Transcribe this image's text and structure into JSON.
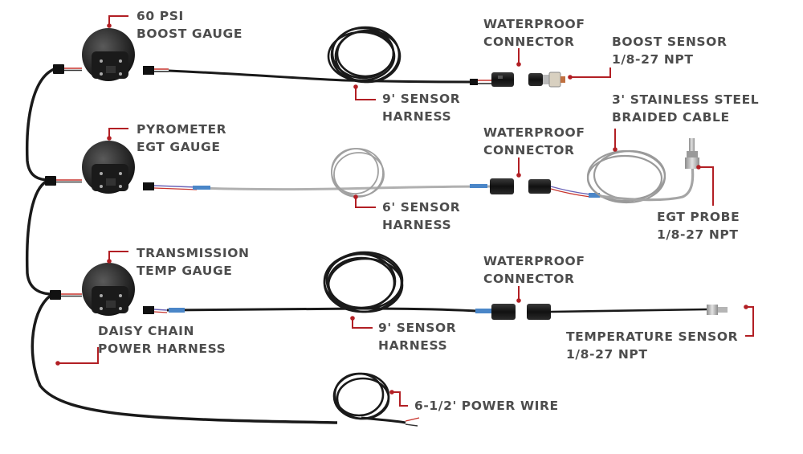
{
  "colors": {
    "leader": "#b21f24",
    "label": "#4d4d4d",
    "cable": "#1d1d1d",
    "braided": "#a5a5a5",
    "gauge": "#2a2a2a"
  },
  "labels": {
    "boost_gauge": [
      "60 PSI",
      "BOOST GAUGE"
    ],
    "pyrometer_gauge": [
      "PYROMETER",
      "EGT GAUGE"
    ],
    "trans_gauge": [
      "TRANSMISSION",
      "TEMP GAUGE"
    ],
    "daisy_chain": [
      "DAISY CHAIN",
      "POWER HARNESS"
    ],
    "waterproof_1": [
      "WATERPROOF",
      "CONNECTOR"
    ],
    "waterproof_2": [
      "WATERPROOF",
      "CONNECTOR"
    ],
    "waterproof_3": [
      "WATERPROOF",
      "CONNECTOR"
    ],
    "boost_sensor": [
      "BOOST SENSOR",
      "1/8-27 NPT"
    ],
    "braided_cable": [
      "3' STAINLESS STEEL",
      "BRAIDED CABLE"
    ],
    "egt_probe": [
      "EGT PROBE",
      "1/8-27 NPT"
    ],
    "temp_sensor": [
      "TEMPERATURE SENSOR",
      "1/8-27 NPT"
    ],
    "harness_9_top": [
      "9' SENSOR",
      "HARNESS"
    ],
    "harness_6": [
      "6' SENSOR",
      "HARNESS"
    ],
    "harness_9_bottom": [
      "9' SENSOR",
      "HARNESS"
    ],
    "power_wire": [
      "6-1/2' POWER WIRE"
    ]
  }
}
